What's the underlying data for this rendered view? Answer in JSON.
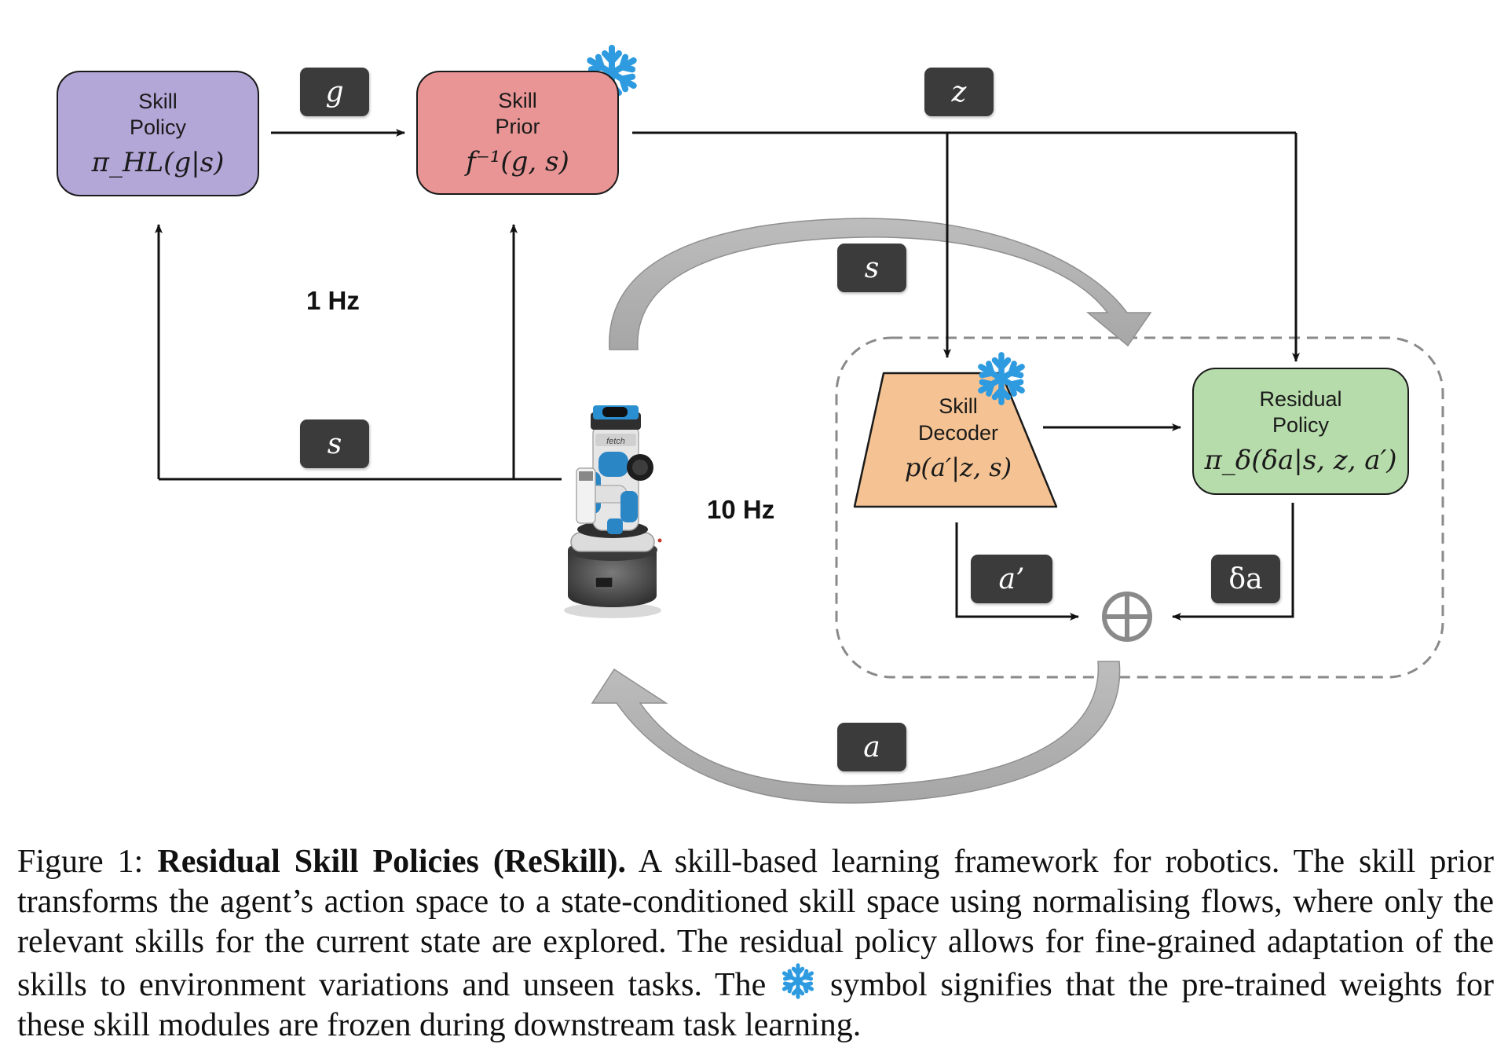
{
  "nodes": {
    "skill_policy": {
      "label1": "Skill",
      "label2": "Policy",
      "math": "π_HL(g|s)",
      "color": "#b3a7d8"
    },
    "skill_prior": {
      "label1": "Skill",
      "label2": "Prior",
      "math": "f⁻¹(g, s)",
      "color": "#e99595",
      "frozen": true
    },
    "skill_decoder": {
      "label1": "Skill",
      "label2": "Decoder",
      "math": "p(a′|z, s)",
      "color": "#f5c393",
      "frozen": true
    },
    "residual_policy": {
      "label1": "Residual",
      "label2": "Policy",
      "math": "π_δ(δa|s, z, a′)",
      "color": "#b7dcab"
    }
  },
  "tags": {
    "g": "g",
    "z": "z",
    "s_top": "s",
    "s_left": "s",
    "a_prime": "a’",
    "delta_a": "δa",
    "a": "a"
  },
  "rates": {
    "slow": "1 Hz",
    "fast": "10 Hz"
  },
  "robot_brand": "fetch",
  "icons": [
    "snowflake-icon",
    "circled-plus-icon",
    "robot-image"
  ],
  "caption": {
    "prefix": "Figure 1: ",
    "title": "Residual Skill Policies (ReSkill).",
    "part1": " A skill-based learning framework for robotics. The skill prior transforms the agent’s action space to a state-conditioned skill space using normalising flows, where only the relevant skills for the current state are explored. The residual policy allows for fine-grained adaptation of the skills to environment variations and unseen tasks. The ",
    "part2": " symbol signifies that the pre-trained weights for these skill modules are frozen during downstream task learning."
  }
}
